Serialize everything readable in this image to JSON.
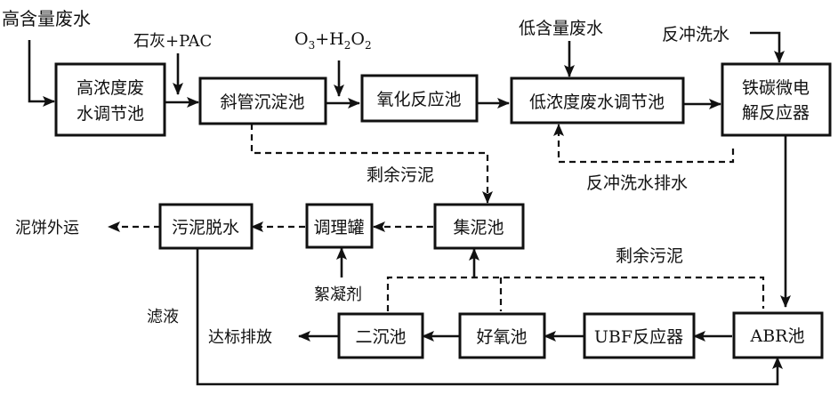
{
  "diagram": {
    "title": "",
    "process_units": {
      "high_conc_tank": [
        "高浓度废",
        "水调节池"
      ],
      "inclined_tube_settler": "斜管沉淀池",
      "oxidation_tank": "氧化反应池",
      "low_conc_tank": "低浓度废水调节池",
      "fe_c_reactor": [
        "铁碳微电",
        "解反应器"
      ],
      "sludge_collection": "集泥池",
      "conditioning_tank": "调理罐",
      "sludge_dewatering": "污泥脱水",
      "abr": "ABR池",
      "ubf": "UBF反应器",
      "aerobic": "好氧池",
      "secondary_clarifier": "二沉池"
    },
    "labels": {
      "high_inflow": "高含量废水",
      "lime_pac": "石灰+PAC",
      "ozone_h2o2": "O3+H2O2",
      "low_inflow": "低含量废水",
      "backwash_in": "反冲洗水",
      "backwash_out": "反冲洗水排水",
      "excess_sludge_1": "剩余污泥",
      "excess_sludge_2": "剩余污泥",
      "flocculant": "絮凝剂",
      "filtrate": "滤液",
      "cake_out": "泥饼外运",
      "discharge": "达标排放"
    },
    "flows": [
      {
        "from": "高含量废水",
        "to": "高浓度废水调节池",
        "style": "solid"
      },
      {
        "from": "高浓度废水调节池",
        "to": "斜管沉淀池",
        "style": "solid"
      },
      {
        "from": "石灰+PAC",
        "to": "斜管沉淀池",
        "style": "solid"
      },
      {
        "from": "斜管沉淀池",
        "to": "氧化反应池",
        "style": "solid"
      },
      {
        "from": "O3+H2O2",
        "to": "氧化反应池",
        "style": "solid"
      },
      {
        "from": "氧化反应池",
        "to": "低浓度废水调节池",
        "style": "solid"
      },
      {
        "from": "低含量废水",
        "to": "低浓度废水调节池",
        "style": "solid"
      },
      {
        "from": "低浓度废水调节池",
        "to": "铁碳微电解反应器",
        "style": "solid"
      },
      {
        "from": "反冲洗水",
        "to": "铁碳微电解反应器",
        "style": "solid"
      },
      {
        "from": "铁碳微电解反应器",
        "to": "低浓度废水调节池",
        "style": "dashed",
        "label": "反冲洗水排水"
      },
      {
        "from": "铁碳微电解反应器",
        "to": "ABR池",
        "style": "solid"
      },
      {
        "from": "ABR池",
        "to": "UBF反应器",
        "style": "solid"
      },
      {
        "from": "UBF反应器",
        "to": "好氧池",
        "style": "solid"
      },
      {
        "from": "好氧池",
        "to": "二沉池",
        "style": "solid"
      },
      {
        "from": "二沉池",
        "to": "达标排放",
        "style": "solid"
      },
      {
        "from": "斜管沉淀池",
        "to": "集泥池",
        "style": "dashed",
        "label": "剩余污泥"
      },
      {
        "from": "ABR池/好氧池/二沉池",
        "to": "集泥池",
        "style": "dashed",
        "label": "剩余污泥"
      },
      {
        "from": "集泥池",
        "to": "调理罐",
        "style": "dashed"
      },
      {
        "from": "絮凝剂",
        "to": "调理罐",
        "style": "solid"
      },
      {
        "from": "调理罐",
        "to": "污泥脱水",
        "style": "dashed"
      },
      {
        "from": "污泥脱水",
        "to": "泥饼外运",
        "style": "dashed"
      },
      {
        "from": "污泥脱水",
        "to": "ABR池",
        "style": "solid",
        "label": "滤液"
      }
    ]
  }
}
